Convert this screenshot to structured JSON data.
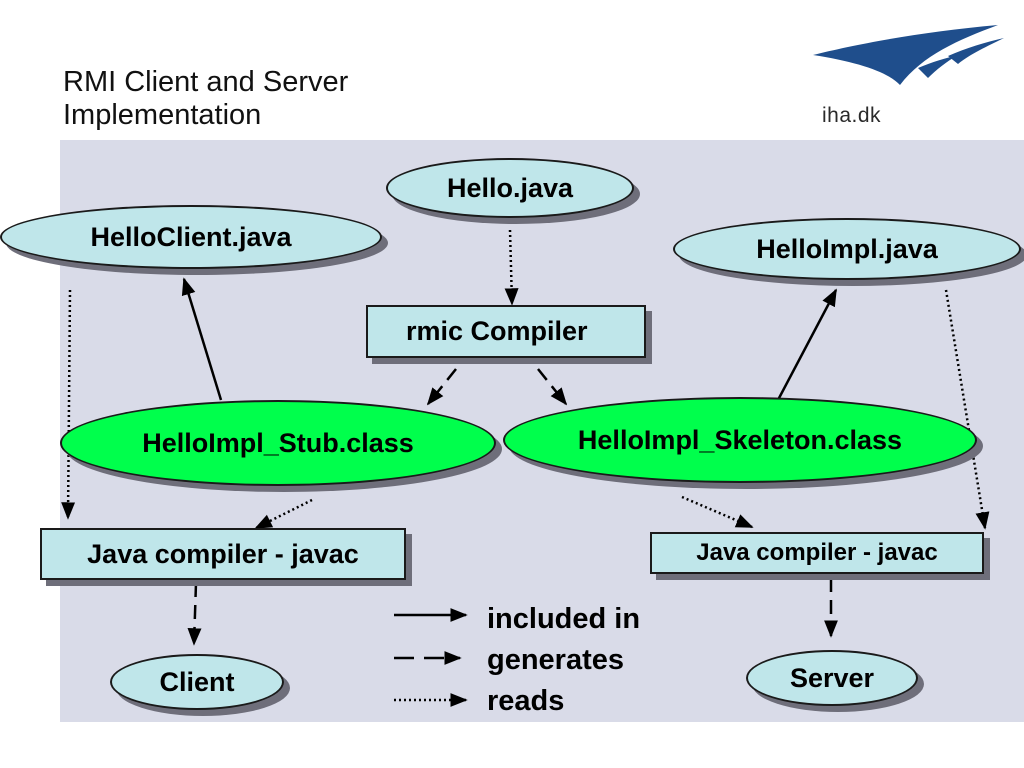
{
  "title_line1": "RMI Client and Server",
  "title_line2": "Implementation",
  "logo": {
    "text": "iha.dk",
    "color": "#1f4e8c"
  },
  "nodes": {
    "hello_java": "Hello.java",
    "helloclient_java": "HelloClient.java",
    "helloimpl_java": "HelloImpl.java",
    "rmic": "rmic Compiler",
    "stub": "HelloImpl_Stub.class",
    "skeleton": "HelloImpl_Skeleton.class",
    "javac_left": "Java compiler - javac",
    "javac_right": "Java compiler - javac",
    "client": "Client",
    "server": "Server"
  },
  "legend": {
    "included": "included in",
    "generates": "generates",
    "reads": "reads"
  },
  "colors": {
    "source_fill": "#bfe6ea",
    "class_fill": "#00ff4c",
    "panel": "#d9dbe8"
  }
}
